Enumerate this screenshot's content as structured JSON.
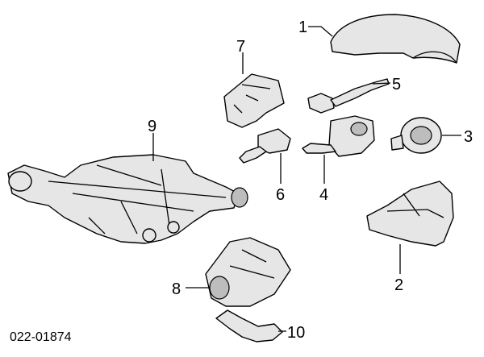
{
  "diagram_code": "022-01874",
  "callouts": {
    "c1": "1",
    "c2": "2",
    "c3": "3",
    "c4": "4",
    "c5": "5",
    "c6": "6",
    "c7": "7",
    "c8": "8",
    "c9": "9",
    "c10": "10"
  }
}
